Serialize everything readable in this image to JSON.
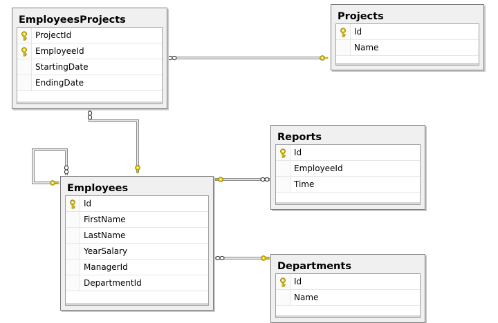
{
  "diagram": {
    "tables": [
      {
        "id": "employeesprojects",
        "title": "EmployeesProjects",
        "columns": [
          {
            "name": "ProjectId",
            "pk": true
          },
          {
            "name": "EmployeeId",
            "pk": true
          },
          {
            "name": "StartingDate",
            "pk": false
          },
          {
            "name": "EndingDate",
            "pk": false
          }
        ]
      },
      {
        "id": "projects",
        "title": "Projects",
        "columns": [
          {
            "name": "Id",
            "pk": true
          },
          {
            "name": "Name",
            "pk": false
          }
        ]
      },
      {
        "id": "reports",
        "title": "Reports",
        "columns": [
          {
            "name": "Id",
            "pk": true
          },
          {
            "name": "EmployeeId",
            "pk": false
          },
          {
            "name": "Time",
            "pk": false
          }
        ]
      },
      {
        "id": "employees",
        "title": "Employees",
        "columns": [
          {
            "name": "Id",
            "pk": true
          },
          {
            "name": "FirstName",
            "pk": false
          },
          {
            "name": "LastName",
            "pk": false
          },
          {
            "name": "YearSalary",
            "pk": false
          },
          {
            "name": "ManagerId",
            "pk": false
          },
          {
            "name": "DepartmentId",
            "pk": false
          }
        ]
      },
      {
        "id": "departments",
        "title": "Departments",
        "columns": [
          {
            "name": "Id",
            "pk": true
          },
          {
            "name": "Name",
            "pk": false
          }
        ]
      }
    ],
    "relationships": [
      {
        "name": "employeesprojects-projects"
      },
      {
        "name": "employeesprojects-employees"
      },
      {
        "name": "employees-manager-self"
      },
      {
        "name": "employees-reports"
      },
      {
        "name": "employees-departments"
      }
    ],
    "colors": {
      "key_fill": "#f2d21b",
      "key_stroke": "#8a7a00",
      "line": "#8c8c8c",
      "panel": "#f0f0f0"
    }
  }
}
